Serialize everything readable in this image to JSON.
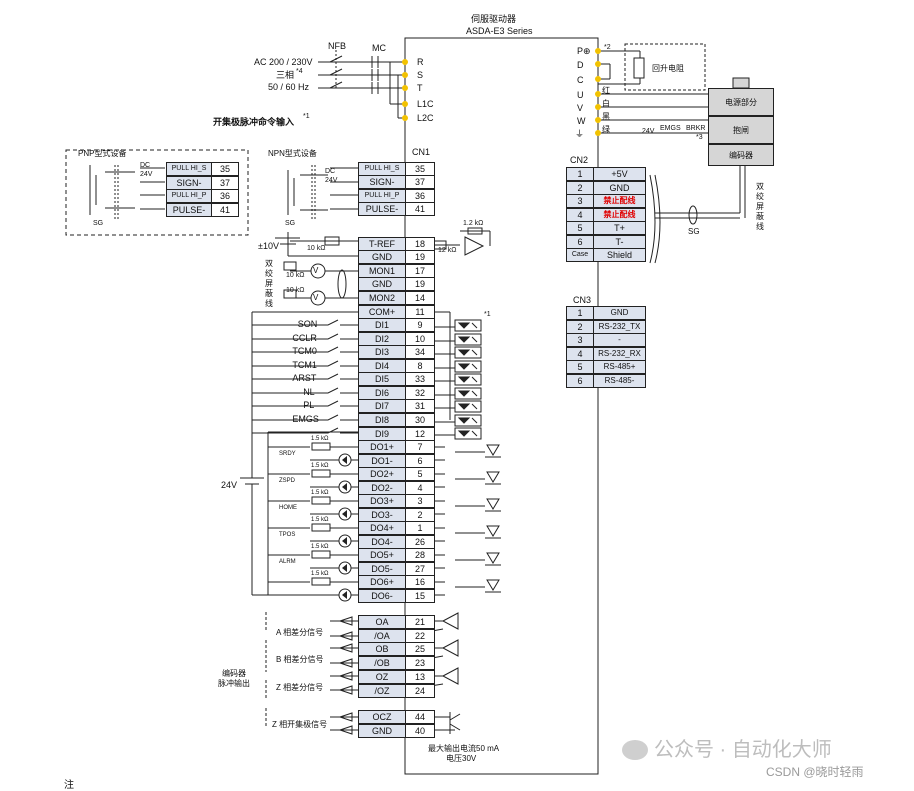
{
  "drive": {
    "title": "伺服驱动器",
    "series": "ASDA-E3 Series"
  },
  "power": {
    "nfb": "NFB",
    "mc": "MC",
    "line1": "AC 200 / 230V",
    "line2": "三相",
    "line2_note": "*4",
    "line3": "50 / 60 Hz",
    "terminals": [
      "R",
      "S",
      "T",
      "L1C",
      "L2C"
    ]
  },
  "motor_terminals": {
    "labels": [
      "P⊕",
      "D",
      "C",
      "U",
      "V",
      "W",
      "⏚"
    ],
    "note": "*2",
    "regen": "回升电阻",
    "wire_colors": [
      "红",
      "白",
      "黑",
      "绿"
    ]
  },
  "motor": {
    "power_part": "电源部分",
    "brake": "抱闸",
    "encoder": "编码器",
    "brake_supply": "24V",
    "emgs": "EMGS",
    "brkr": "BRKR",
    "brkr_note": "*3",
    "cable": "双绞屏蔽线",
    "sg": "SG"
  },
  "open_collector": {
    "title": "开集极脉冲命令输入",
    "note": "*1",
    "pnp": "PNP型式设备",
    "npn": "NPN型式设备",
    "dc": "DC",
    "v24": "24V",
    "sg": "SG"
  },
  "pnp_rows": [
    {
      "name": "PULL HI_S",
      "pin": "35"
    },
    {
      "name": "SIGN-",
      "pin": "37"
    },
    {
      "name": "PULL HI_P",
      "pin": "36"
    },
    {
      "name": "PULSE-",
      "pin": "41"
    }
  ],
  "cn1": {
    "label": "CN1",
    "rows": [
      {
        "name": "PULL HI_S",
        "pin": "35"
      },
      {
        "name": "SIGN-",
        "pin": "37"
      },
      {
        "name": "PULL HI_P",
        "pin": "36"
      },
      {
        "name": "PULSE-",
        "pin": "41"
      },
      {
        "name": "T-REF",
        "pin": "18"
      },
      {
        "name": "GND",
        "pin": "19"
      },
      {
        "name": "MON1",
        "pin": "17"
      },
      {
        "name": "GND",
        "pin": "19"
      },
      {
        "name": "MON2",
        "pin": "14"
      },
      {
        "name": "COM+",
        "pin": "11"
      },
      {
        "name": "DI1",
        "pin": "9"
      },
      {
        "name": "DI2",
        "pin": "10"
      },
      {
        "name": "DI3",
        "pin": "34"
      },
      {
        "name": "DI4",
        "pin": "8"
      },
      {
        "name": "DI5",
        "pin": "33"
      },
      {
        "name": "DI6",
        "pin": "32"
      },
      {
        "name": "DI7",
        "pin": "31"
      },
      {
        "name": "DI8",
        "pin": "30"
      },
      {
        "name": "DI9",
        "pin": "12"
      },
      {
        "name": "DO1+",
        "pin": "7"
      },
      {
        "name": "DO1-",
        "pin": "6"
      },
      {
        "name": "DO2+",
        "pin": "5"
      },
      {
        "name": "DO2-",
        "pin": "4"
      },
      {
        "name": "DO3+",
        "pin": "3"
      },
      {
        "name": "DO3-",
        "pin": "2"
      },
      {
        "name": "DO4+",
        "pin": "1"
      },
      {
        "name": "DO4-",
        "pin": "26"
      },
      {
        "name": "DO5+",
        "pin": "28"
      },
      {
        "name": "DO5-",
        "pin": "27"
      },
      {
        "name": "DO6+",
        "pin": "16"
      },
      {
        "name": "DO6-",
        "pin": "15"
      },
      {
        "name": "OA",
        "pin": "21"
      },
      {
        "name": "/OA",
        "pin": "22"
      },
      {
        "name": "OB",
        "pin": "25"
      },
      {
        "name": "/OB",
        "pin": "23"
      },
      {
        "name": "OZ",
        "pin": "13"
      },
      {
        "name": "/OZ",
        "pin": "24"
      },
      {
        "name": "OCZ",
        "pin": "44"
      },
      {
        "name": "GND",
        "pin": "40"
      }
    ]
  },
  "analog": {
    "v10": "±10V",
    "r10k": "10 kΩ",
    "r12k": "1.2 kΩ",
    "r12k2": "12 kΩ",
    "twisted": [
      "双",
      "绞",
      "屏",
      "蔽",
      "线"
    ]
  },
  "di_labels": [
    "SON",
    "CCLR",
    "TCM0",
    "TCM1",
    "ARST",
    "NL",
    "PL",
    "EMGS"
  ],
  "di_note": "*1",
  "do_labels": [
    "SRDY",
    "ZSPD",
    "HOME",
    "TPOS",
    "ALRM"
  ],
  "do_resistor": "1.5 kΩ",
  "v24": "24V",
  "cn2": {
    "label": "CN2",
    "rows": [
      {
        "pin": "1",
        "name": "+5V",
        "red": false
      },
      {
        "pin": "2",
        "name": "GND",
        "red": false
      },
      {
        "pin": "3",
        "name": "禁止配线",
        "red": true
      },
      {
        "pin": "4",
        "name": "禁止配线",
        "red": true
      },
      {
        "pin": "5",
        "name": "T+",
        "red": false
      },
      {
        "pin": "6",
        "name": "T-",
        "red": false
      },
      {
        "pin": "Case",
        "name": "Shield",
        "red": false
      }
    ],
    "sg": "SG",
    "cable": "双绞屏蔽线"
  },
  "cn3": {
    "label": "CN3",
    "rows": [
      {
        "pin": "1",
        "name": "GND"
      },
      {
        "pin": "2",
        "name": "RS-232_TX"
      },
      {
        "pin": "3",
        "name": "-"
      },
      {
        "pin": "4",
        "name": "RS-232_RX"
      },
      {
        "pin": "5",
        "name": "RS-485+"
      },
      {
        "pin": "6",
        "name": "RS-485-"
      }
    ]
  },
  "encoder_out": {
    "group": "编码器\n脉冲输出",
    "group_l1": "编码器",
    "group_l2": "脉冲输出",
    "a": "A 相差分信号",
    "b": "B 相差分信号",
    "z": "Z 相差分信号",
    "zoc": "Z 相开集极信号",
    "max_current": "最大输出电流50 mA",
    "voltage": "电压30V"
  },
  "watermark": {
    "brand": "公众号 · 自动化大师",
    "csdn": "CSDN @晓时轻雨"
  },
  "footnote": "注"
}
